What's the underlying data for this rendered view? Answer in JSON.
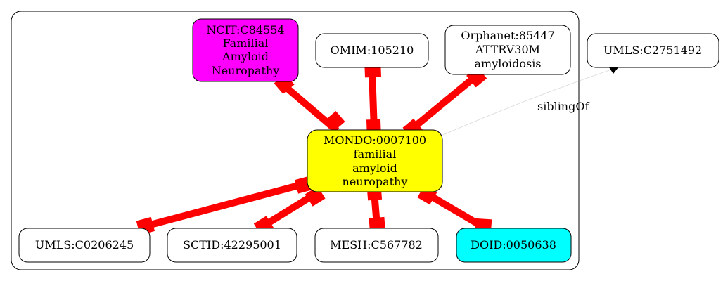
{
  "nodes": {
    "center": {
      "lines": [
        "MONDO:0007100",
        "familial",
        "amyloid",
        "neuropathy"
      ],
      "fill": "#ffff00"
    },
    "ncit": {
      "lines": [
        "NCIT:C84554",
        "Familial",
        "Amyloid",
        "Neuropathy"
      ],
      "fill": "#ff00ff"
    },
    "omim": {
      "lines": [
        "OMIM:105210"
      ],
      "fill": "#ffffff"
    },
    "orphanet": {
      "lines": [
        "Orphanet:85447",
        "ATTRV30M",
        "amyloidosis"
      ],
      "fill": "#ffffff"
    },
    "umls_sibling": {
      "lines": [
        "UMLS:C2751492"
      ],
      "fill": "#ffffff"
    },
    "umls_c0206245": {
      "lines": [
        "UMLS:C0206245"
      ],
      "fill": "#ffffff"
    },
    "sctid": {
      "lines": [
        "SCTID:42295001"
      ],
      "fill": "#ffffff"
    },
    "mesh": {
      "lines": [
        "MESH:C567782"
      ],
      "fill": "#ffffff"
    },
    "doid": {
      "lines": [
        "DOID:0050638"
      ],
      "fill": "#00ffff"
    }
  },
  "edges": {
    "sibling_label": "siblingOf"
  },
  "colors": {
    "equivalence_edge": "#ff0000",
    "sibling_edge": "#d9d9d9"
  }
}
